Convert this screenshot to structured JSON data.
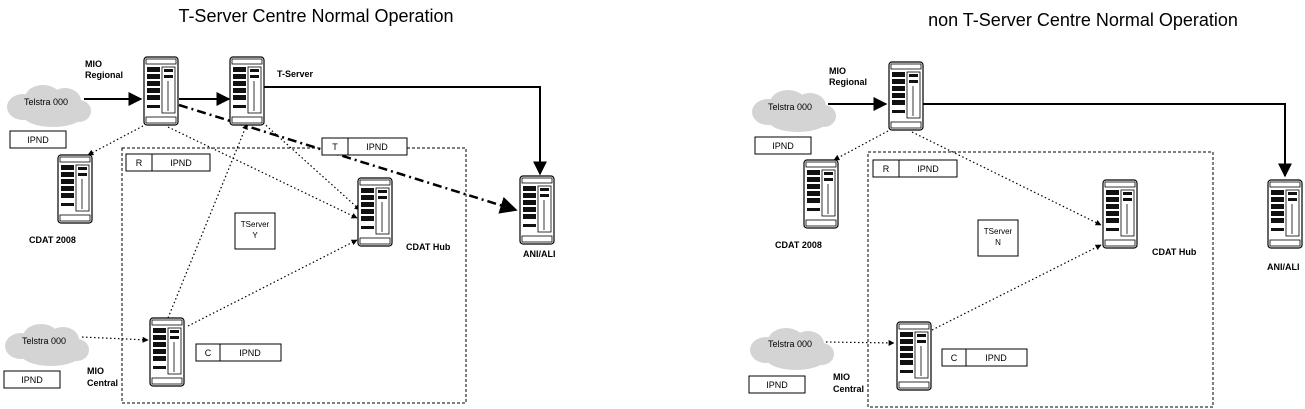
{
  "left": {
    "title": "T-Server Centre Normal Operation",
    "telstra_top": "Telstra 000",
    "telstra_bottom": "Telstra 000",
    "ipnd_top": "IPND",
    "ipnd_bottom": "IPND",
    "mio_regional": [
      "MIO",
      "Regional"
    ],
    "mio_central": [
      "MIO",
      "Central"
    ],
    "tserver_label": "T-Server",
    "cdat2008": "CDAT 2008",
    "cdat_hub": "CDAT Hub",
    "ani_ali": "ANI/ALI",
    "r_box": {
      "code": "R",
      "text": "IPND"
    },
    "t_box": {
      "code": "T",
      "text": "IPND"
    },
    "c_box": {
      "code": "C",
      "text": "IPND"
    },
    "tserver_status": [
      "TServer",
      "Y"
    ]
  },
  "right": {
    "title": "non T-Server Centre Normal Operation",
    "telstra_top": "Telstra 000",
    "telstra_bottom": "Telstra 000",
    "ipnd_top": "IPND",
    "ipnd_bottom": "IPND",
    "mio_regional": [
      "MIO",
      "Regional"
    ],
    "mio_central": [
      "MIO",
      "Central"
    ],
    "cdat2008": "CDAT 2008",
    "cdat_hub": "CDAT Hub",
    "ani_ali": "ANI/ALI",
    "r_box": {
      "code": "R",
      "text": "IPND"
    },
    "c_box": {
      "code": "C",
      "text": "IPND"
    },
    "tserver_status": [
      "TServer",
      "N"
    ]
  }
}
